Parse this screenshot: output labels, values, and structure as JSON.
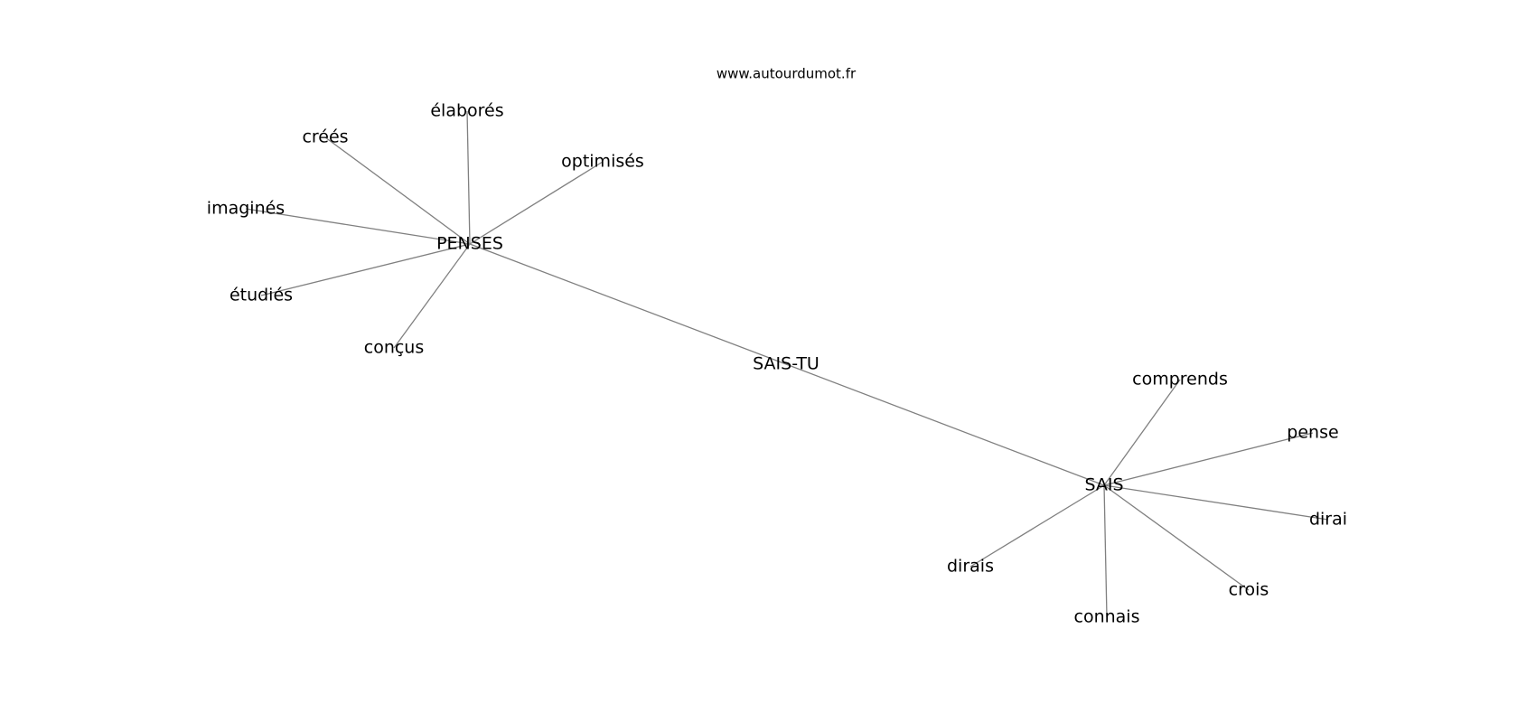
{
  "watermark": "www.autourdumot.fr",
  "nodes": [
    {
      "id": "SAIS-TU"
    },
    {
      "id": "PENSES"
    },
    {
      "id": "SAIS"
    },
    {
      "id": "élaborés"
    },
    {
      "id": "créés"
    },
    {
      "id": "optimisés"
    },
    {
      "id": "imaginés"
    },
    {
      "id": "étudiés"
    },
    {
      "id": "conçus"
    },
    {
      "id": "comprends"
    },
    {
      "id": "pense"
    },
    {
      "id": "dirai"
    },
    {
      "id": "dirais"
    },
    {
      "id": "crois"
    },
    {
      "id": "connais"
    }
  ],
  "edges": [
    [
      "SAIS-TU",
      "PENSES"
    ],
    [
      "SAIS-TU",
      "SAIS"
    ],
    [
      "PENSES",
      "élaborés"
    ],
    [
      "PENSES",
      "créés"
    ],
    [
      "PENSES",
      "optimisés"
    ],
    [
      "PENSES",
      "imaginés"
    ],
    [
      "PENSES",
      "étudiés"
    ],
    [
      "PENSES",
      "conçus"
    ],
    [
      "SAIS",
      "comprends"
    ],
    [
      "SAIS",
      "pense"
    ],
    [
      "SAIS",
      "dirai"
    ],
    [
      "SAIS",
      "dirais"
    ],
    [
      "SAIS",
      "crois"
    ],
    [
      "SAIS",
      "connais"
    ]
  ]
}
